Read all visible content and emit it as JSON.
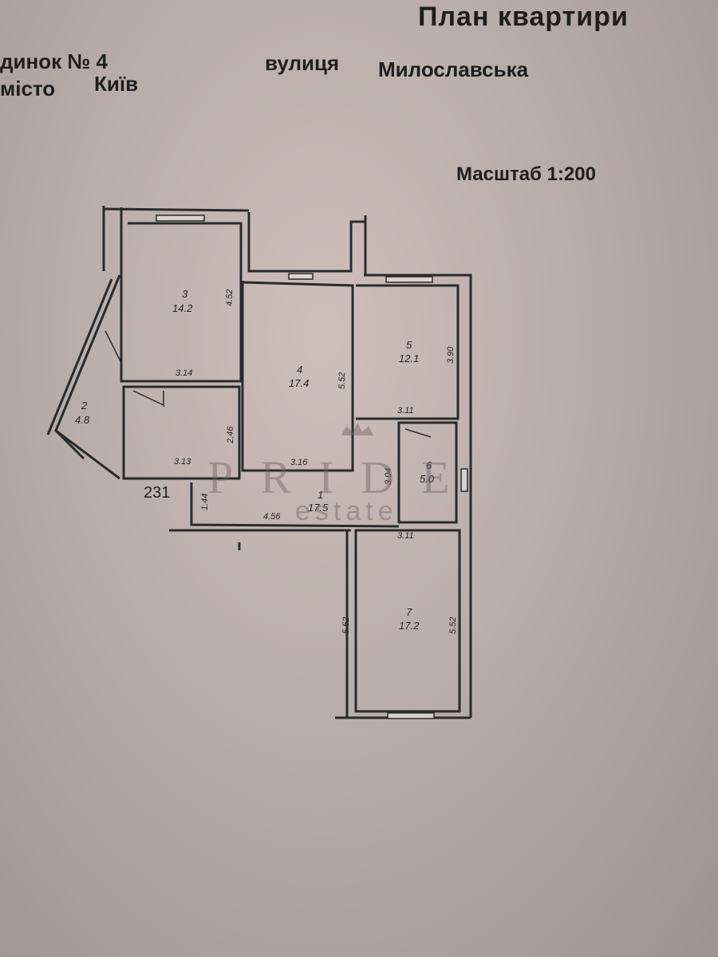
{
  "header": {
    "title": "План квартири",
    "building": "динок № 4",
    "street_label": "вулиця",
    "street_name": "Милославська",
    "city_label": "місто",
    "city_name": "Київ",
    "scale": "Масштаб 1:200"
  },
  "rooms": [
    {
      "number": "1",
      "area": "17.5"
    },
    {
      "number": "2",
      "area": "4.8"
    },
    {
      "number": "3",
      "area": "14.2"
    },
    {
      "number": "4",
      "area": "17.4"
    },
    {
      "number": "5",
      "area": "12.1"
    },
    {
      "number": "6",
      "area": "5.0"
    },
    {
      "number": "7",
      "area": "17.2"
    }
  ],
  "dimensions": {
    "room3_height": "4.52",
    "room3_width": "3.14",
    "room4_height": "5.52",
    "room4_width": "3.16",
    "room5_height": "3.90",
    "room5_width": "3.11",
    "storage_height": "2.46",
    "storage_width": "3.13",
    "hall_height": "1.44",
    "hall_width": "4.56",
    "room6_height": "3.04",
    "room6_width": "3.11",
    "room7_left": "5.52",
    "room7_right": "5.52"
  },
  "stair_number": "231",
  "watermark": {
    "brand": "PRIDE",
    "sub": "estate"
  }
}
